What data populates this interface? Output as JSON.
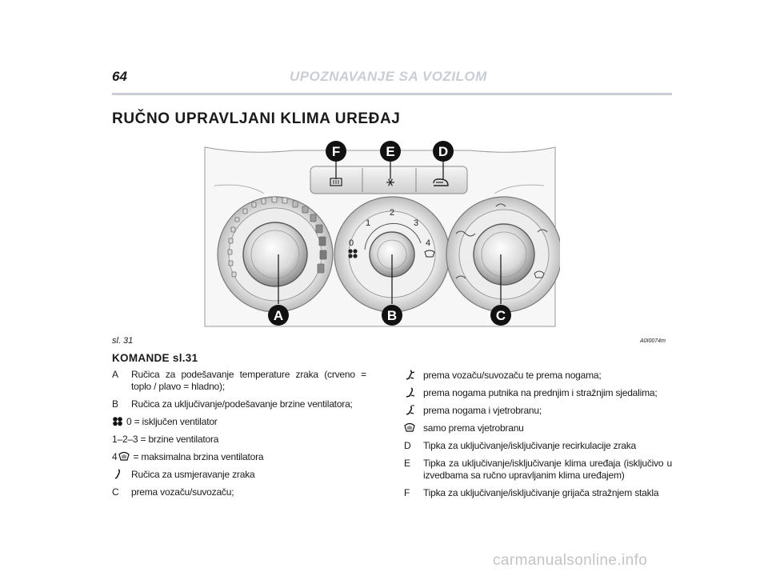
{
  "header": {
    "page_number": "64",
    "running_head": "UPOZNAVANJE SA VOZILOM"
  },
  "title": "RUČNO UPRAVLJANI KLIMA UREĐAJ",
  "figure": {
    "caption": "sl. 31",
    "code": "A0I0074m",
    "callouts": [
      "F",
      "E",
      "D",
      "A",
      "B",
      "C"
    ],
    "fan_dial_numbers": [
      "0",
      "1",
      "2",
      "3",
      "4"
    ]
  },
  "controls": {
    "heading": "KOMANDE sl.31",
    "left_items": [
      {
        "key": "A",
        "icon": "",
        "text": "Ručica za podešavanje temperature zraka (crveno = toplo / plavo = hladno);"
      },
      {
        "key": "B",
        "icon": "",
        "text": "Ručica za uključivanje/podešavanje brzine ventilatora;"
      },
      {
        "key": "",
        "icon": "fan-icon",
        "text": "0 = isključen ventilator"
      },
      {
        "key": "",
        "icon": "",
        "text": "1–2–3 = brzine ventilatora"
      },
      {
        "key": "4",
        "icon": "windshield-icon",
        "text": "= maksimalna brzina ventilatora"
      },
      {
        "key": "",
        "icon": "airflow-face-icon",
        "text": "Ručica za usmjeravanje zraka"
      },
      {
        "key": "C",
        "icon": "",
        "text": "prema vozaču/suvozaču;"
      }
    ],
    "right_items": [
      {
        "key": "",
        "icon": "airflow-face-feet-icon",
        "text": "prema vozaču/suvozaču te prema nogama;"
      },
      {
        "key": "",
        "icon": "airflow-feet-icon",
        "text": "prema nogama putnika na prednjim i stražnjim sjedalima;"
      },
      {
        "key": "",
        "icon": "airflow-feet-windshield-icon",
        "text": "prema nogama i vjetrobranu;"
      },
      {
        "key": "",
        "icon": "windshield-icon",
        "text": "samo prema vjetrobranu"
      },
      {
        "key": "D",
        "icon": "",
        "text": "Tipka za uključivanje/isključivanje recirkulacije zraka"
      },
      {
        "key": "E",
        "icon": "",
        "text": "Tipka za uključivanje/isključivanje klima uređaja (isključivo u izvedbama sa ručno upravljanim klima uređajem)"
      },
      {
        "key": "F",
        "icon": "",
        "text": "Tipka za uključivanje/isključivanje grijača stražnjem stakla"
      }
    ]
  },
  "watermark": "carmanualsonline.info"
}
